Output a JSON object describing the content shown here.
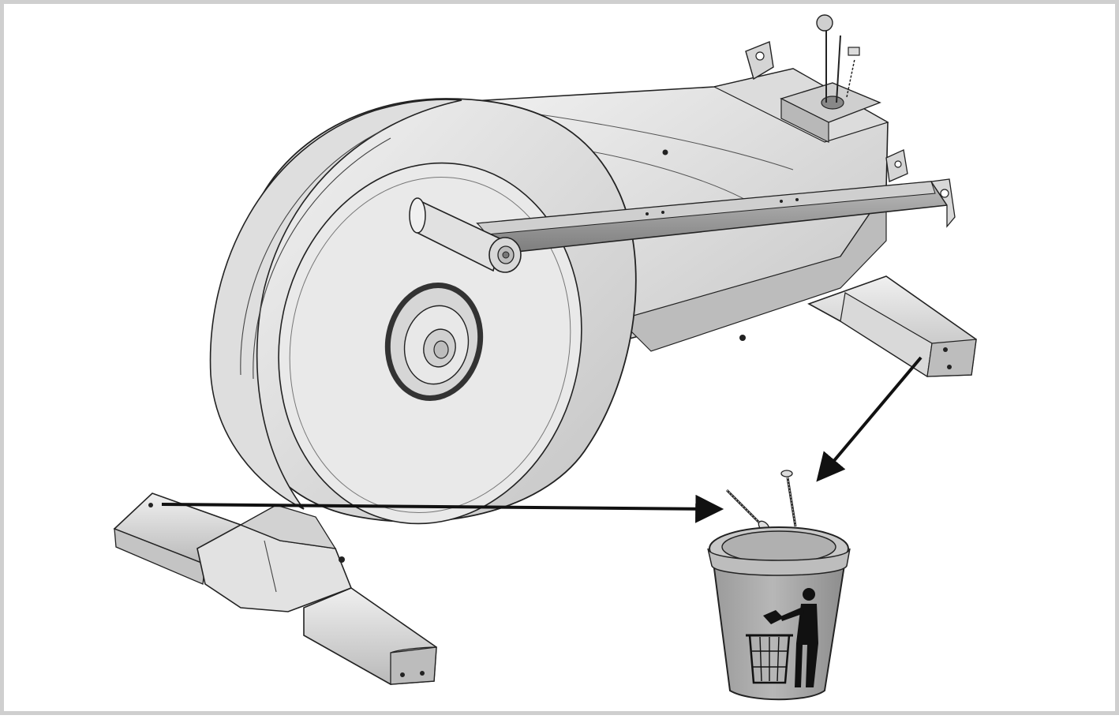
{
  "figure": {
    "kind": "assembly-instruction-illustration",
    "subject": "elliptical-trainer-frame",
    "instruction_symbol": "discard-transport-screws-in-bin",
    "colors": {
      "frame_border": "#cfcfcf",
      "line": "#222222",
      "surface_light": "#e6e6e6",
      "surface_mid": "#cfcfcf",
      "surface_dark": "#a9a9a9",
      "bin_body": "#a8a8a8",
      "bin_rim": "#c8c8c8",
      "arrow": "#111111"
    },
    "icons": [
      "trash-bin-icon",
      "litter-person-icon",
      "screw-icon"
    ],
    "screws_discarded": 2
  }
}
